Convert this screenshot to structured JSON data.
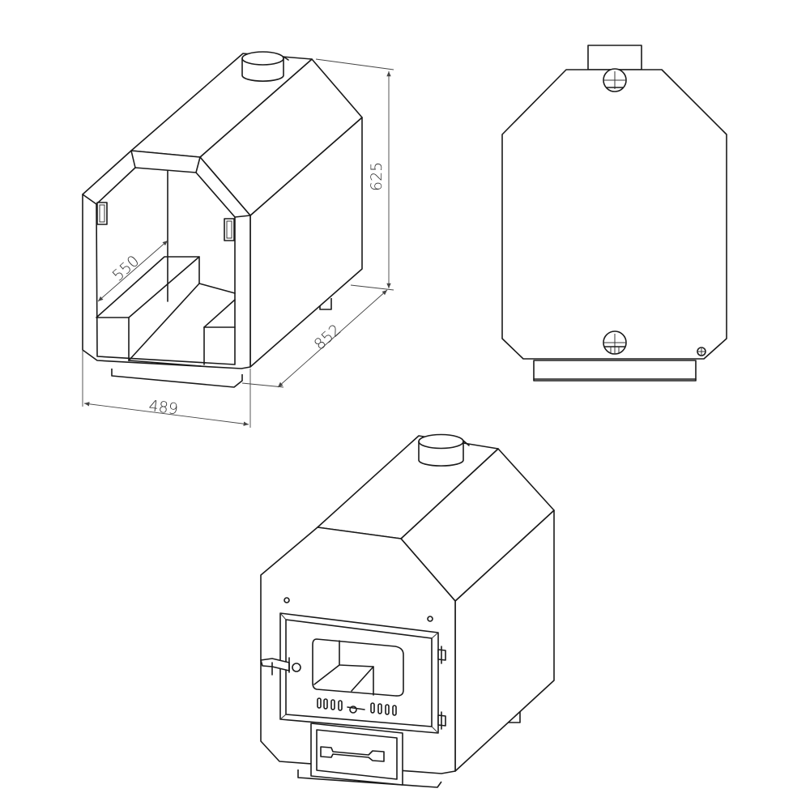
{
  "drawing": {
    "subject": "stove-furnace",
    "line_color": "#1a1a1a",
    "background": "#ffffff",
    "views": [
      {
        "id": "iso-cutaway",
        "label": "Isometric cutaway view"
      },
      {
        "id": "rear-elevation",
        "label": "Rear elevation view"
      },
      {
        "id": "iso-front",
        "label": "Isometric front view with door"
      }
    ]
  },
  "dimensions": {
    "height": "625",
    "inner_depth": "550",
    "depth": "852",
    "width": "489"
  }
}
